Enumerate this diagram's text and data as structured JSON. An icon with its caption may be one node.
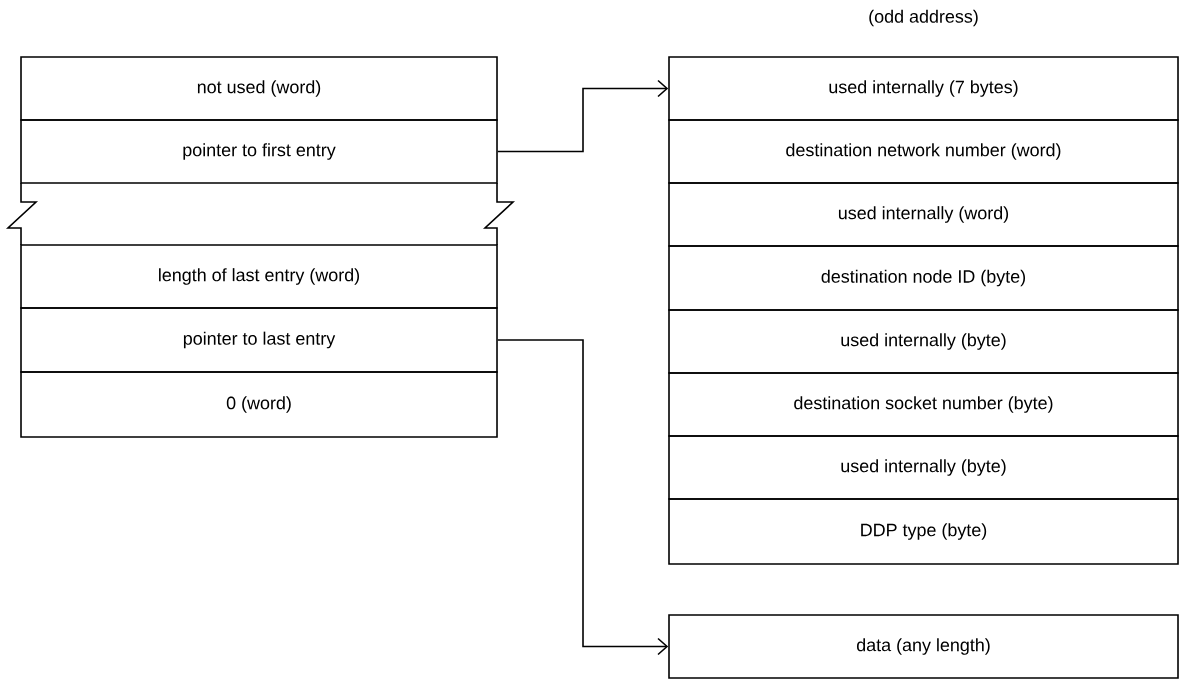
{
  "diagram": {
    "nodes": [
      {
        "text": [
          "not used (word)"
        ]
      },
      {
        "text": [
          "pointer to first entry"
        ]
      },
      {
        "text": [
          "length of last entry (word)"
        ]
      },
      {
        "text": [
          "pointer to last entry"
        ]
      },
      {
        "text": [
          "0 (word)"
        ]
      },
      {
        "text": [
          "used internally (7 bytes)"
        ]
      },
      {
        "text": [
          "destination network number (word)"
        ]
      },
      {
        "text": [
          "used internally (word)"
        ]
      },
      {
        "text": [
          "destination node ID (byte)"
        ]
      },
      {
        "text": [
          "used internally (byte)"
        ]
      },
      {
        "text": [
          "destination socket number (byte)"
        ]
      },
      {
        "text": [
          "used internally (byte)"
        ]
      },
      {
        "text": [
          "DDP type (byte)"
        ]
      },
      {
        "text": [
          "data (any length)"
        ]
      }
    ],
    "edges": [
      {
        "from": 1,
        "to": 5,
        "arrow": "to"
      },
      {
        "from": 3,
        "to": 13,
        "arrow": "to"
      }
    ],
    "labels": [
      "(odd address)"
    ]
  }
}
